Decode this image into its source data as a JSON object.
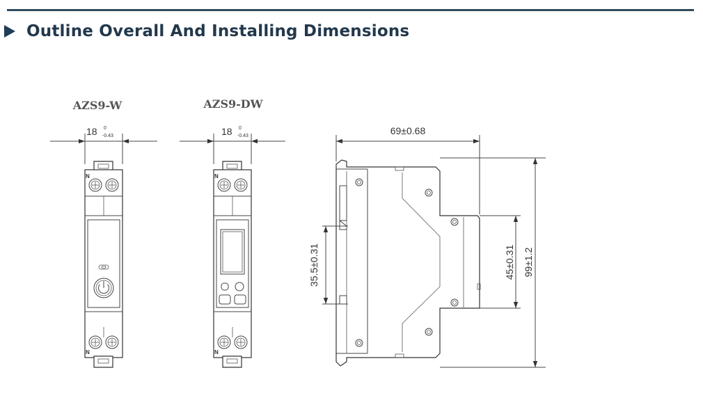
{
  "header": {
    "title": "Outline Overall And Installing Dimensions"
  },
  "models": {
    "left": {
      "name": "AZS9-W",
      "width_main": "18",
      "tol_upper": "0",
      "tol_lower": "-0.43",
      "terminal_label_top": "N",
      "terminal_label_bottom": "N"
    },
    "middle": {
      "name": "AZS9-DW",
      "width_main": "18",
      "tol_upper": "0",
      "tol_lower": "-0.43",
      "terminal_label_top": "N",
      "terminal_label_bottom": "N"
    }
  },
  "side_view": {
    "depth": "69±0.68",
    "rail": "35.5±0.31",
    "front": "45±0.31",
    "height": "99±1.2"
  },
  "colors": {
    "title": "#22384c",
    "rule": "#2f4a5e",
    "line": "#444444"
  }
}
